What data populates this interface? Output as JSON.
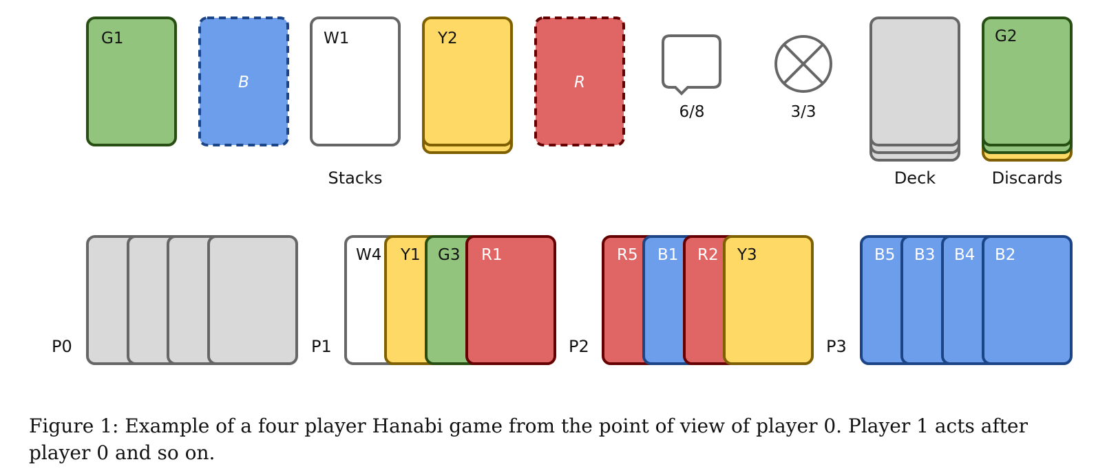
{
  "colors": {
    "green": {
      "fill": "#93c47d",
      "stroke": "#274e13"
    },
    "blue": {
      "fill": "#6d9eeb",
      "stroke": "#1c4587"
    },
    "white": {
      "fill": "#ffffff",
      "stroke": "#666666"
    },
    "yellow": {
      "fill": "#ffd966",
      "stroke": "#7f6000"
    },
    "red": {
      "fill": "#e06666",
      "stroke": "#660000"
    },
    "hidden": {
      "fill": "#d9d9d9",
      "stroke": "#666666"
    }
  },
  "stacks": {
    "label": "Stacks",
    "cards": [
      {
        "color": "green",
        "label": "G1",
        "empty": false,
        "layers": 1
      },
      {
        "color": "blue",
        "label": "B",
        "empty": true,
        "layers": 1
      },
      {
        "color": "white",
        "label": "W1",
        "empty": false,
        "layers": 1
      },
      {
        "color": "yellow",
        "label": "Y2",
        "empty": false,
        "layers": 2
      },
      {
        "color": "red",
        "label": "R",
        "empty": true,
        "layers": 1
      }
    ]
  },
  "tokens": {
    "info": {
      "icon": "speech-bubble-icon",
      "value": "6/8"
    },
    "lives": {
      "icon": "circled-x-icon",
      "value": "3/3"
    }
  },
  "deck": {
    "label": "Deck",
    "layers": 3
  },
  "discards": {
    "label": "Discards",
    "top_card": "G2",
    "layers": [
      {
        "color": "yellow"
      },
      {
        "color": "green"
      },
      {
        "color": "green"
      }
    ]
  },
  "players": [
    {
      "name": "P0",
      "hidden": true,
      "cards": [
        {
          "color": "hidden",
          "label": ""
        },
        {
          "color": "hidden",
          "label": ""
        },
        {
          "color": "hidden",
          "label": ""
        },
        {
          "color": "hidden",
          "label": ""
        }
      ]
    },
    {
      "name": "P1",
      "hidden": false,
      "cards": [
        {
          "color": "white",
          "label": "W4"
        },
        {
          "color": "yellow",
          "label": "Y1"
        },
        {
          "color": "green",
          "label": "G3"
        },
        {
          "color": "red",
          "label": "R1"
        }
      ]
    },
    {
      "name": "P2",
      "hidden": false,
      "cards": [
        {
          "color": "red",
          "label": "R5"
        },
        {
          "color": "blue",
          "label": "B1"
        },
        {
          "color": "red",
          "label": "R2"
        },
        {
          "color": "yellow",
          "label": "Y3"
        }
      ]
    },
    {
      "name": "P3",
      "hidden": false,
      "cards": [
        {
          "color": "blue",
          "label": "B5"
        },
        {
          "color": "blue",
          "label": "B3"
        },
        {
          "color": "blue",
          "label": "B4"
        },
        {
          "color": "blue",
          "label": "B2"
        }
      ]
    }
  ],
  "caption": "Figure 1: Example of a four player Hanabi game from the point of view of player 0. Player 1 acts after player 0 and so on."
}
